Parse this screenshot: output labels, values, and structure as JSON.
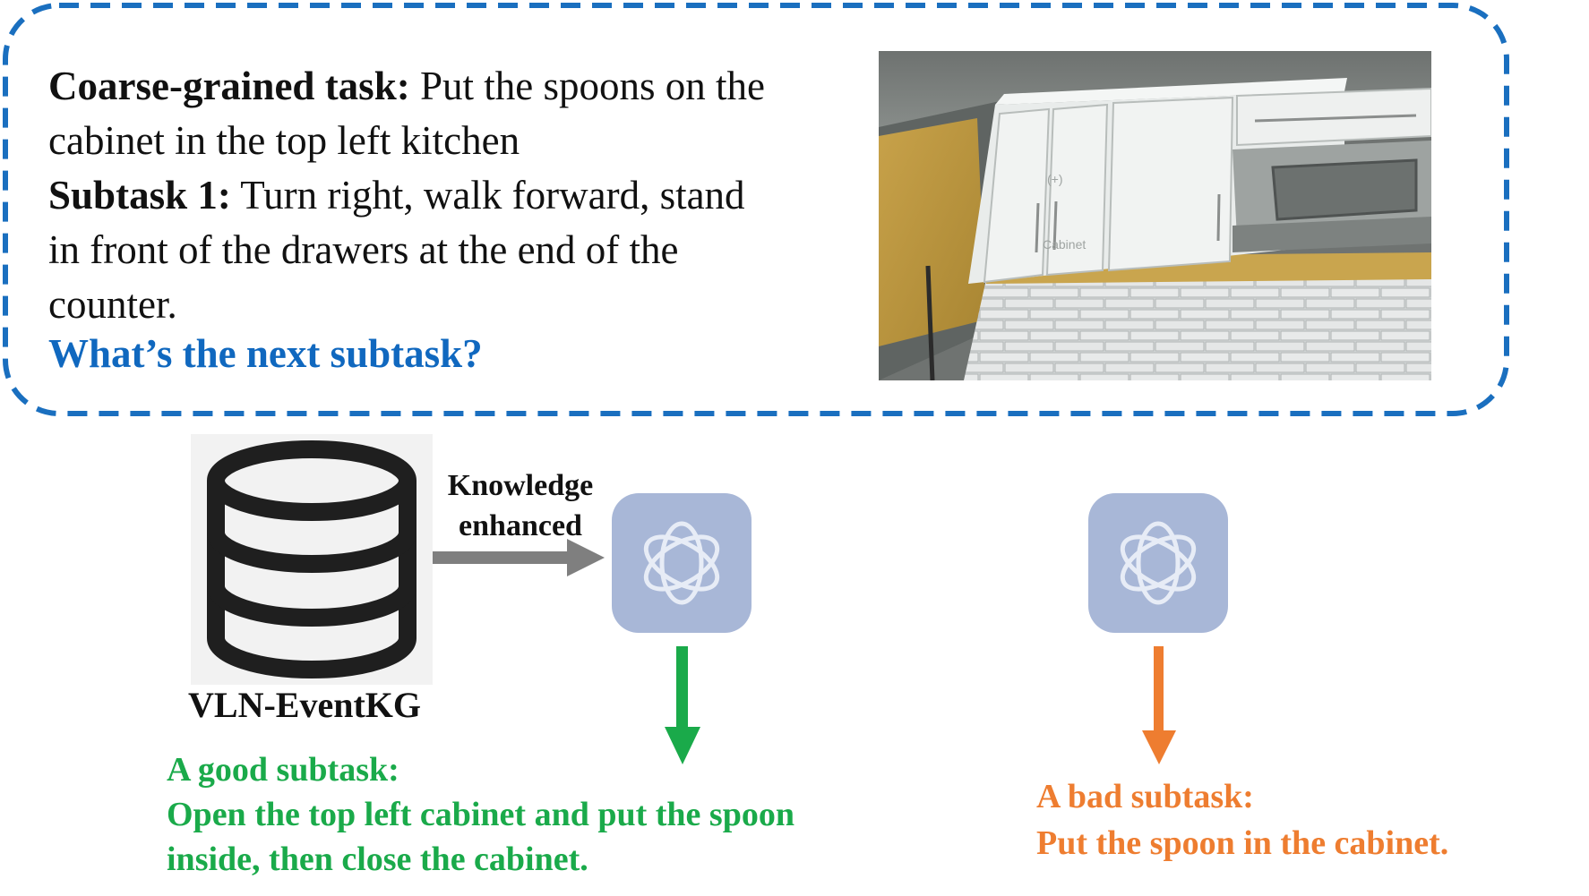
{
  "prompt_box": {
    "task_label": "Coarse-grained task:",
    "task_line1": "Put the spoons on the",
    "task_line2": "cabinet in the top left kitchen",
    "subtask_label": "Subtask 1:",
    "subtask_line1": "Turn right, walk forward, stand",
    "subtask_line2": "in front of the drawers at the end of the",
    "subtask_line3": "counter.",
    "question": "What’s the next subtask?"
  },
  "scene_image": {
    "object_label": "Cabinet",
    "object_marker": "(+)"
  },
  "knowledge_graph": {
    "label": "VLN-EventKG",
    "icon": "database-icon"
  },
  "edge": {
    "line1": "Knowledge",
    "line2": "enhanced"
  },
  "good_result": {
    "title": "A good subtask:",
    "line1": "Open the top left cabinet and put the spoon",
    "line2": "inside, then close the cabinet."
  },
  "bad_result": {
    "title": "A bad subtask:",
    "line1": "Put the spoon in the cabinet."
  },
  "colors": {
    "dashed_border": "#1a6fbf",
    "question": "#1068bf",
    "good": "#1aaa4a",
    "bad": "#ee7d30",
    "llm_tile": "#a8b7d7",
    "arrow_gray": "#7f7f7f"
  }
}
